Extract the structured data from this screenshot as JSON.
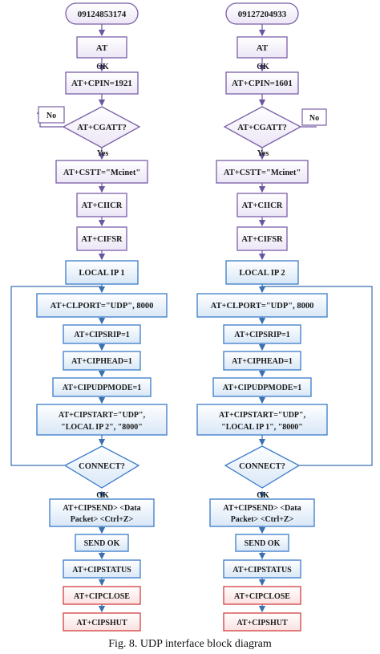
{
  "colors": {
    "purple_stroke": "#7b5ea7",
    "purple_fill_top": "#ffffff",
    "purple_fill_bottom": "#ede7f6",
    "blue_stroke": "#3a7bc8",
    "blue_fill_bottom": "#dbe9f8",
    "red_stroke": "#d24040",
    "red_fill_bottom": "#fbe3e3",
    "text": "#1a1a1a",
    "line": "#4a4a8a"
  },
  "left": {
    "phone": "09124853174",
    "at": "AT",
    "ok1": "OK",
    "cpin": "AT+CPIN=1921",
    "no": "No",
    "cgatt": "AT+CGATT?",
    "yes": "Yes",
    "cstt": "AT+CSTT=\"Mcinet\"",
    "ciicr": "AT+CIICR",
    "cifsr": "AT+CIFSR",
    "localip": "LOCAL IP 1",
    "clport": "AT+CLPORT=\"UDP\", 8000",
    "cipsrip": "AT+CIPSRIP=1",
    "ciphead": "AT+CIPHEAD=1",
    "cipudpmode": "AT+CIPUDPMODE=1",
    "cipstart1": "AT+CIPSTART=\"UDP\",",
    "cipstart2": "\"LOCAL IP 2\", \"8000\"",
    "connect": "CONNECT?",
    "ok2": "OK",
    "cipsend1": "AT+CIPSEND> <Data",
    "cipsend2": "Packet> <Ctrl+Z>",
    "sendok": "SEND OK",
    "cipstatus": "AT+CIPSTATUS",
    "cipclose": "AT+CIPCLOSE",
    "cipshut": "AT+CIPSHUT"
  },
  "right": {
    "phone": "09127204933",
    "at": "AT",
    "ok1": "OK",
    "cpin": "AT+CPIN=1601",
    "no": "No",
    "cgatt": "AT+CGATT?",
    "yes": "Yes",
    "cstt": "AT+CSTT=\"Mcinet\"",
    "ciicr": "AT+CIICR",
    "cifsr": "AT+CIFSR",
    "localip": "LOCAL IP 2",
    "clport": "AT+CLPORT=\"UDP\", 8000",
    "cipsrip": "AT+CIPSRIP=1",
    "ciphead": "AT+CIPHEAD=1",
    "cipudpmode": "AT+CIPUDPMODE=1",
    "cipstart1": "AT+CIPSTART=\"UDP\",",
    "cipstart2": "\"LOCAL IP 1\", \"8000\"",
    "connect": "CONNECT?",
    "ok2": "OK",
    "cipsend1": "AT+CIPSEND> <Data",
    "cipsend2": "Packet> <Ctrl+Z>",
    "sendok": "SEND OK",
    "cipstatus": "AT+CIPSTATUS",
    "cipclose": "AT+CIPCLOSE",
    "cipshut": "AT+CIPSHUT"
  },
  "caption": "Fig. 8. UDP interface block diagram"
}
